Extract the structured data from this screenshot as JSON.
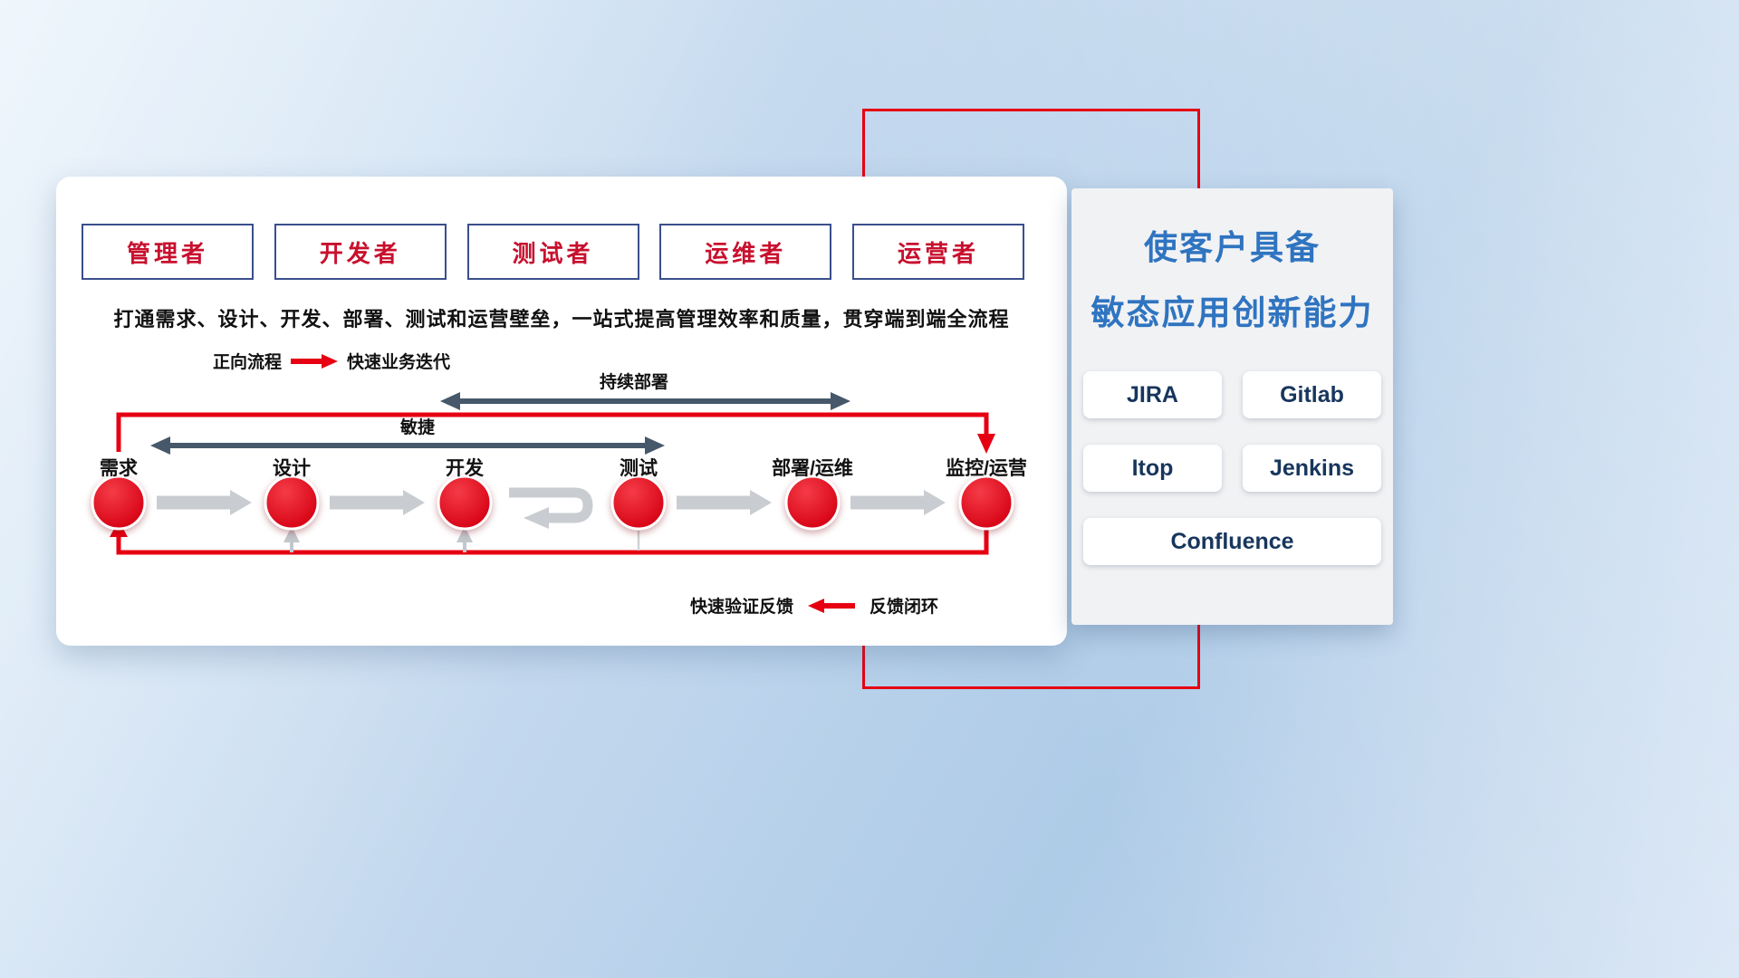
{
  "slide": {
    "roles": [
      "管理者",
      "开发者",
      "测试者",
      "运维者",
      "运营者"
    ],
    "description": "打通需求、设计、开发、部署、测试和运营壁垒，一站式提高管理效率和质量，贯穿端到端全流程",
    "forward_legend": {
      "label": "正向流程",
      "value": "快速业务迭代"
    },
    "feedback_legend": {
      "label": "快速验证反馈",
      "value": "反馈闭环"
    },
    "spans": {
      "continuous_deploy": "持续部署",
      "agile": "敏捷"
    },
    "stages": [
      "需求",
      "设计",
      "开发",
      "测试",
      "部署/运维",
      "监控/运营"
    ]
  },
  "panel": {
    "title_line1": "使客户具备",
    "title_line2": "敏态应用创新能力",
    "tools": [
      "JIRA",
      "Gitlab",
      "Itop",
      "Jenkins",
      "Confluence"
    ]
  },
  "colors": {
    "accent_red": "#e60012",
    "title_blue": "#2f74c0",
    "tool_text_navy": "#17365d",
    "role_text_red": "#c8102e",
    "role_border_navy": "#3a4f8c",
    "double_arrow_slate": "#47586b",
    "flow_arrow_gray": "#c9cdd1"
  }
}
